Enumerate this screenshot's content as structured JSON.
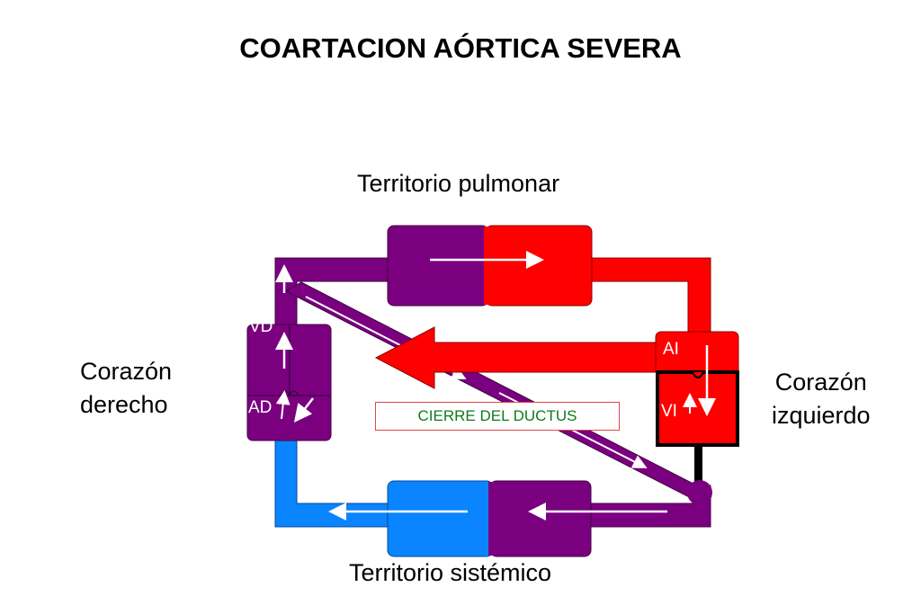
{
  "title": "COARTACION AÓRTICA SEVERA",
  "labels": {
    "pulmonary": "Territorio pulmonar",
    "systemic": "Territorio sistémico",
    "right_heart_line1": "Corazón",
    "right_heart_line2": "derecho",
    "left_heart_line1": "Corazón",
    "left_heart_line2": "izquierdo"
  },
  "chambers": {
    "vd": "VD",
    "ad": "AD",
    "ai": "AI",
    "vi": "VI"
  },
  "ductus_label": "CIERRE DEL DUCTUS",
  "colors": {
    "deoxygenated": "#7a0080",
    "oxygenated": "#ff0000",
    "venous_blue": "#0a84ff",
    "arrow": "#ffffff",
    "ductus_text": "#117a1e",
    "ductus_border": "#e04848"
  }
}
